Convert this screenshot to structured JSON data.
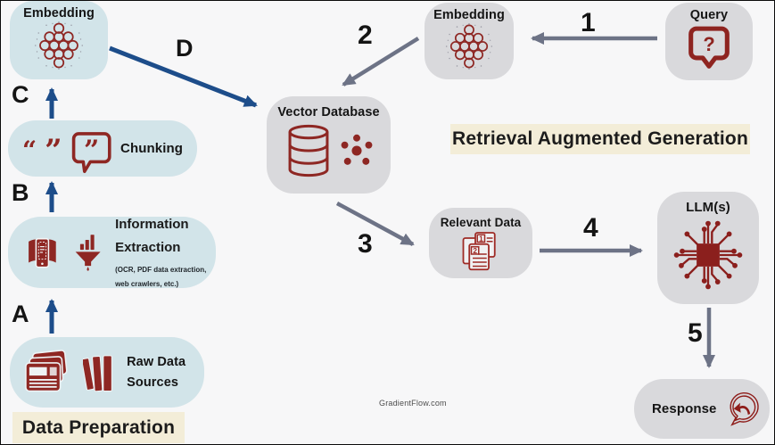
{
  "diagram": {
    "title": "Retrieval Augmented Generation",
    "section_title": "Data Preparation",
    "watermark": "GradientFlow.com"
  },
  "nodes": {
    "embedding_source": {
      "label": "Embedding",
      "icon": "embedding-cluster-icon"
    },
    "chunking": {
      "label": "Chunking",
      "icon": "quote-bubble-icon"
    },
    "information_extraction": {
      "label": "Information Extraction",
      "note": "(OCR, PDF data extraction, web crawlers, etc.)",
      "icons": [
        "book-scan-icon",
        "funnel-filter-icon"
      ]
    },
    "raw_data_sources": {
      "label": "Raw Data Sources",
      "icons": [
        "newspaper-stack-icon",
        "books-icon"
      ]
    },
    "embedding_query": {
      "label": "Embedding",
      "icon": "embedding-cluster-icon"
    },
    "query": {
      "label": "Query",
      "icon": "question-bubble-icon"
    },
    "vector_database": {
      "label": "Vector Database",
      "icons": [
        "database-cylinder-icon",
        "vector-cluster-icon"
      ]
    },
    "relevant_data": {
      "label": "Relevant Data",
      "icon": "numbered-documents-icon"
    },
    "llm": {
      "label": "LLM(s)",
      "icon": "chip-circuit-icon"
    },
    "response": {
      "label": "Response",
      "icon": "reply-bubble-icon"
    }
  },
  "flow_labels": {
    "step_1": "1",
    "step_2": "2",
    "step_3": "3",
    "step_4": "4",
    "step_5": "5",
    "stage_a": "A",
    "stage_b": "B",
    "stage_c": "C",
    "stage_d": "D"
  },
  "glyphs": {
    "open_quote": "“",
    "close_quote": "”",
    "question_mark": "?",
    "doc_number_1": "1",
    "doc_number_2": "2"
  },
  "colors": {
    "prep_box_blue": "#d2e4e9",
    "flow_box_gray": "#d9d9dc",
    "highlight_beige": "#f3edd8",
    "icon_dark_red": "#8e2723",
    "arrow_blue": "#1d4d8a",
    "arrow_gray": "#6d7386",
    "background": "#f7f7f8",
    "text": "#1b1b1b"
  }
}
